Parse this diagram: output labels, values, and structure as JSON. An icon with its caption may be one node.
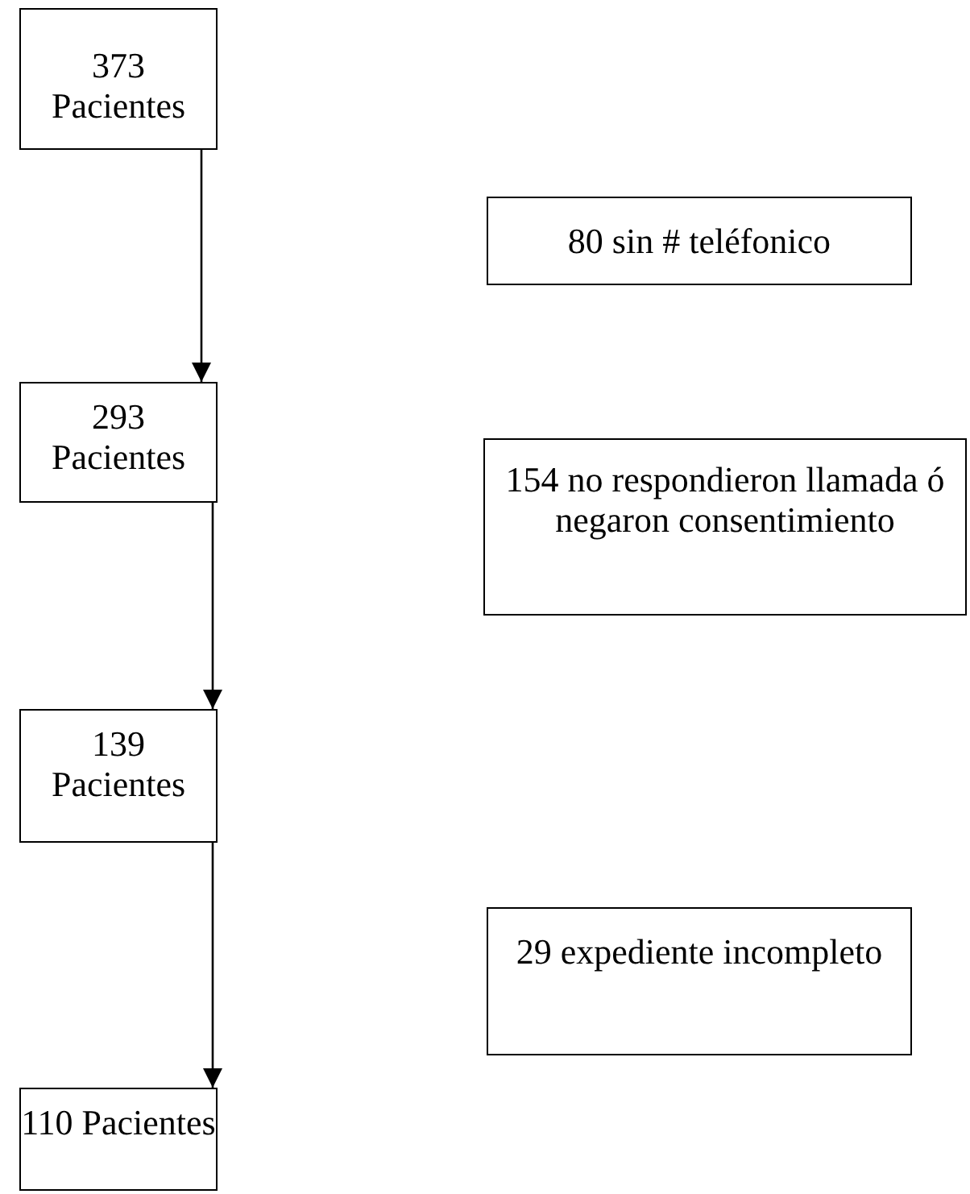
{
  "diagram": {
    "nodes": [
      {
        "text": [
          "373 Pacientes"
        ]
      },
      {
        "text": [
          "80 sin # teléfonico"
        ]
      },
      {
        "text": [
          "293 Pacientes"
        ]
      },
      {
        "text": [
          "154 no respondieron llamada ó negaron consentimiento"
        ]
      },
      {
        "text": [
          "139 Pacientes"
        ]
      },
      {
        "text": [
          "29 expediente incompleto"
        ]
      },
      {
        "text": [
          "110 Pacientes"
        ]
      }
    ],
    "edges": [
      {
        "from": 0,
        "to": 2,
        "arrow": "to"
      },
      {
        "from": 2,
        "to": 4,
        "arrow": "to"
      },
      {
        "from": 4,
        "to": 6,
        "arrow": "to"
      }
    ]
  }
}
